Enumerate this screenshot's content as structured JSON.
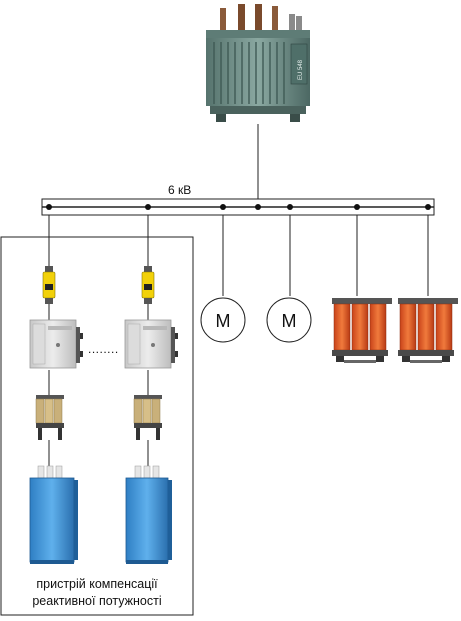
{
  "bus": {
    "voltage_label": "6 кВ"
  },
  "transformer": {
    "nameplate": "EU 548"
  },
  "motors": [
    {
      "symbol": "M"
    },
    {
      "symbol": "M"
    }
  ],
  "compensation": {
    "ellipsis": "........",
    "caption_line1": "пристрій компенсації",
    "caption_line2": "реактивної потужності"
  },
  "colors": {
    "line": "#222222",
    "fuse_yellow": "#f2d10a",
    "cabinet_gray": "#d9d9d9",
    "reactor_tan": "#c9b07a",
    "capacitor_blue": "#3a8fd6",
    "drytx_orange": "#e05a1e",
    "main_tx_green": "#6f8f88"
  }
}
